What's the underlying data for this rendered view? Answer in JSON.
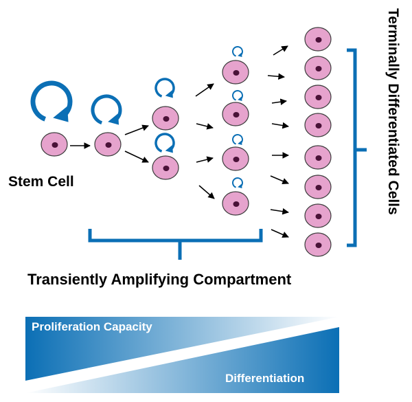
{
  "labels": {
    "stem_cell": "Stem Cell",
    "transient": "Transiently Amplifying Compartment",
    "terminal": "Terminally Differentiated Cells",
    "proliferation": "Proliferation Capacity",
    "differentiation": "Differentiation"
  },
  "colors": {
    "cell_fill": "#e6a3cd",
    "cell_stroke": "#3a3a3a",
    "nucleus": "#4a1238",
    "accent_blue": "#0b6fb5",
    "arrow": "#000000"
  }
}
